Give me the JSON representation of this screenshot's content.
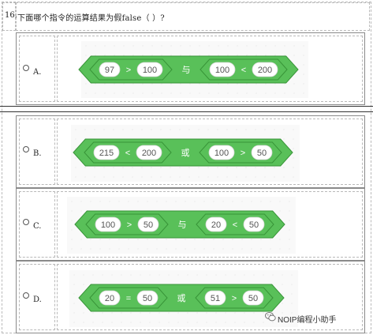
{
  "question": {
    "number": "16.",
    "text": "下面哪个指令的运算结果为假false（    ）?"
  },
  "options": [
    {
      "label": "A.",
      "left": {
        "a": "97",
        "op": ">",
        "b": "100"
      },
      "connector": "与",
      "right": {
        "a": "100",
        "op": "<",
        "b": "200"
      }
    },
    {
      "label": "B.",
      "left": {
        "a": "215",
        "op": "<",
        "b": "200"
      },
      "connector": "或",
      "right": {
        "a": "100",
        "op": ">",
        "b": "50"
      }
    },
    {
      "label": "C.",
      "left": {
        "a": "100",
        "op": ">",
        "b": "50"
      },
      "connector": "与",
      "right": {
        "a": "20",
        "op": "<",
        "b": "50"
      }
    },
    {
      "label": "D.",
      "left": {
        "a": "20",
        "op": "=",
        "b": "50"
      },
      "connector": "或",
      "right": {
        "a": "51",
        "op": ">",
        "b": "50"
      }
    }
  ],
  "watermark": {
    "text": "NOIP编程小助手",
    "icon": "wechat-icon"
  },
  "colors": {
    "block_fill": "#59c059",
    "block_stroke": "#389438",
    "pill_fill": "#ffffff"
  }
}
